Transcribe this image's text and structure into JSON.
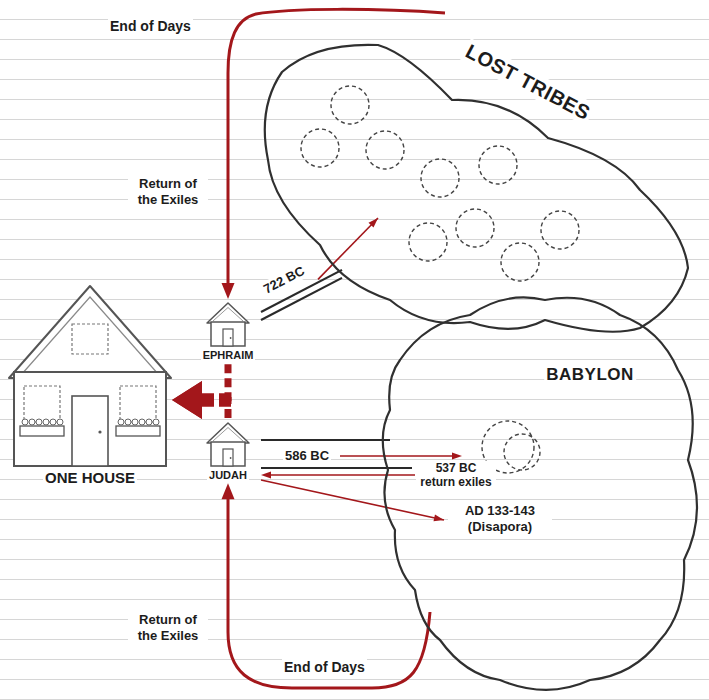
{
  "diagram": {
    "nodes": [
      {
        "text": [
          "LOST TRIBES"
        ]
      },
      {
        "text": [
          "EPHRAIM"
        ]
      },
      {
        "text": [
          "BABYLON"
        ]
      },
      {
        "text": [
          "ONE HOUSE"
        ]
      },
      {
        "text": [
          "JUDAH"
        ]
      }
    ],
    "edges": [
      {
        "from": 1,
        "to": 0,
        "arrow": "to",
        "label": "722 BC"
      },
      {
        "from": 0,
        "to": 1,
        "arrow": "to",
        "label": "Return of the Exiles"
      },
      {
        "from": 4,
        "to": 2,
        "arrow": "to",
        "label": "586 BC"
      },
      {
        "from": 2,
        "to": 4,
        "arrow": "to",
        "label": "537 BC return exiles"
      },
      {
        "from": 4,
        "to": 2,
        "arrow": "to",
        "label": "AD 133-143 (Disapora)"
      },
      {
        "from": 2,
        "to": 4,
        "arrow": "to",
        "label": "Return of the Exiles"
      },
      {
        "from": 1,
        "to": 3,
        "arrow": "to"
      },
      {
        "from": 4,
        "to": 3,
        "arrow": "to"
      }
    ],
    "labels": [
      "End of Days",
      "End of Days"
    ]
  }
}
